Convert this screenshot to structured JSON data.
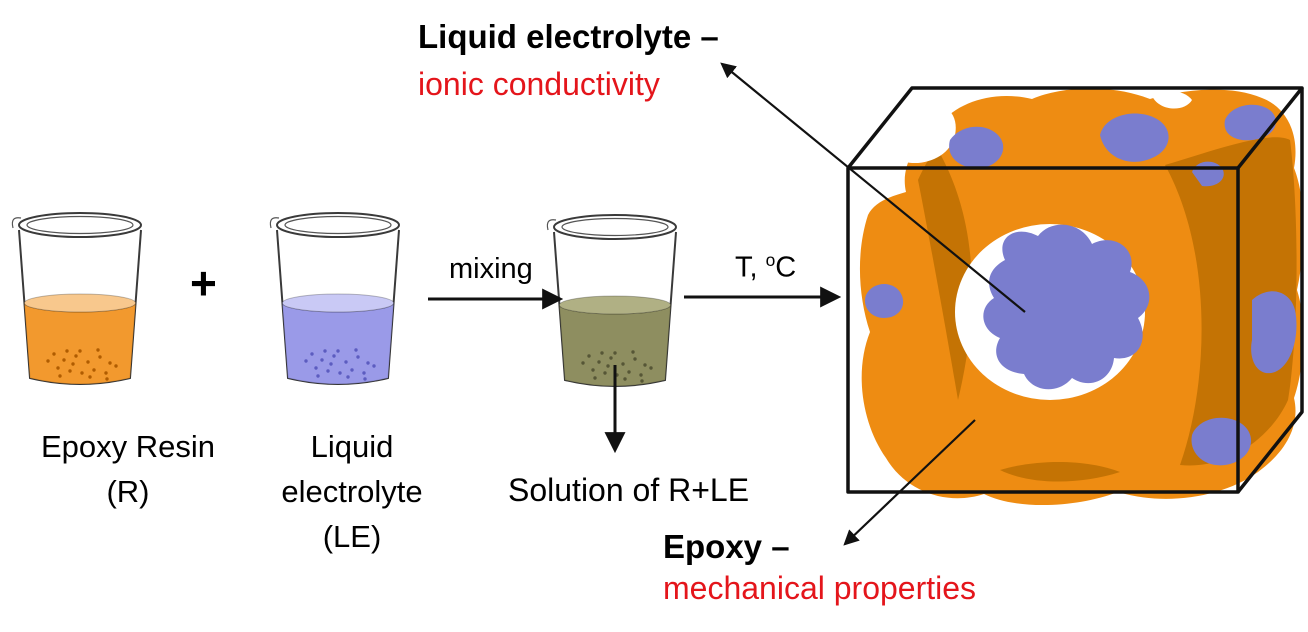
{
  "colors": {
    "red_text": "#e4151b",
    "epoxy_orange": "#ee8c12",
    "epoxy_orange_dark": "#c47304",
    "electrolyte_blue": "#7a7dce",
    "cube_outline": "#111111",
    "white_gap": "#ffffff"
  },
  "annotations": {
    "liquid_electrolyte": {
      "title": "Liquid electrolyte –",
      "description": "ionic conductivity"
    },
    "epoxy": {
      "title": "Epoxy –",
      "description": "mechanical properties"
    }
  },
  "process": {
    "plus_sign": "+",
    "mixing_label": "mixing",
    "temp_prefix": "T, ",
    "temp_sup": "o",
    "temp_base": "C",
    "solution_label": "Solution of R+LE"
  },
  "beakers": {
    "epoxy_resin": {
      "label_line1": "Epoxy Resin",
      "label_line2": "(R)",
      "liquid": "#f2992e",
      "surface": "#f8c88d",
      "speckle": "#b05c00"
    },
    "liquid_electrolyte": {
      "label_line1": "Liquid",
      "label_line2": "electrolyte",
      "label_line3": "(LE)",
      "liquid": "#9a9ae8",
      "surface": "#c9c9f5",
      "speckle": "#5c5cc0"
    },
    "solution": {
      "liquid": "#8e8e60",
      "surface": "#b0b084",
      "speckle": "#565636"
    }
  }
}
